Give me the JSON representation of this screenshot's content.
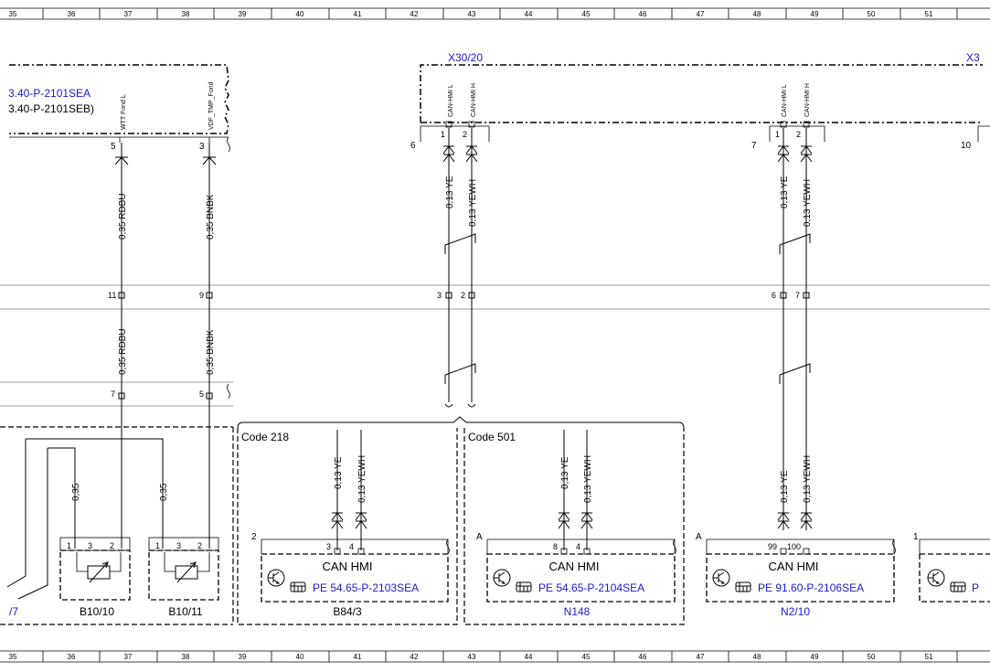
{
  "ruler": {
    "numbers": [
      "35",
      "36",
      "37",
      "38",
      "39",
      "40",
      "41",
      "42",
      "43",
      "44",
      "45",
      "46",
      "47",
      "48",
      "49",
      "50",
      "51"
    ]
  },
  "references": {
    "ref_sea": "3.40-P-2101SEA",
    "ref_seb": "3.40-P-2101SEB)",
    "slash7": "/7"
  },
  "connectors": {
    "x30_20": "X30/20",
    "x3_partial": "X3"
  },
  "signals": {
    "wtt_fond_l": "WTT Fond L",
    "vdf_tmp_fond": "VDF_TMP_Fond",
    "can_hmi_l": "CAN-HMI L",
    "can_hmi_h": "CAN-HMI H"
  },
  "wires": {
    "rdbu": "0,35 RDBU",
    "bnbk": "0,35 BNBK",
    "ye": "0,13 YE",
    "yewh_space": "0,13 YEWH",
    "yewh": "0,13 YEWH",
    "plain": "0,35"
  },
  "pins": {
    "p1": "1",
    "p2": "2",
    "p3": "3",
    "p4": "4",
    "p5": "5",
    "p6": "6",
    "p7": "7",
    "p8": "8",
    "p9": "9",
    "p10": "10",
    "p11": "11",
    "p99": "99",
    "p100": "100",
    "pA": "A"
  },
  "codes": {
    "code218": "Code 218",
    "code501": "Code 501"
  },
  "modules": {
    "can_hmi": "CAN HMI",
    "pe1": "PE 54.65-P-2103SEA",
    "pe2": "PE 54.65-P-2104SEA",
    "pe3": "PE 91.60-P-2106SEA",
    "pe_partial": "P"
  },
  "components": {
    "b10_10": "B10/10",
    "b10_11": "B10/11",
    "b84_3": "B84/3",
    "n148": "N148",
    "n2_10": "N2/10"
  }
}
